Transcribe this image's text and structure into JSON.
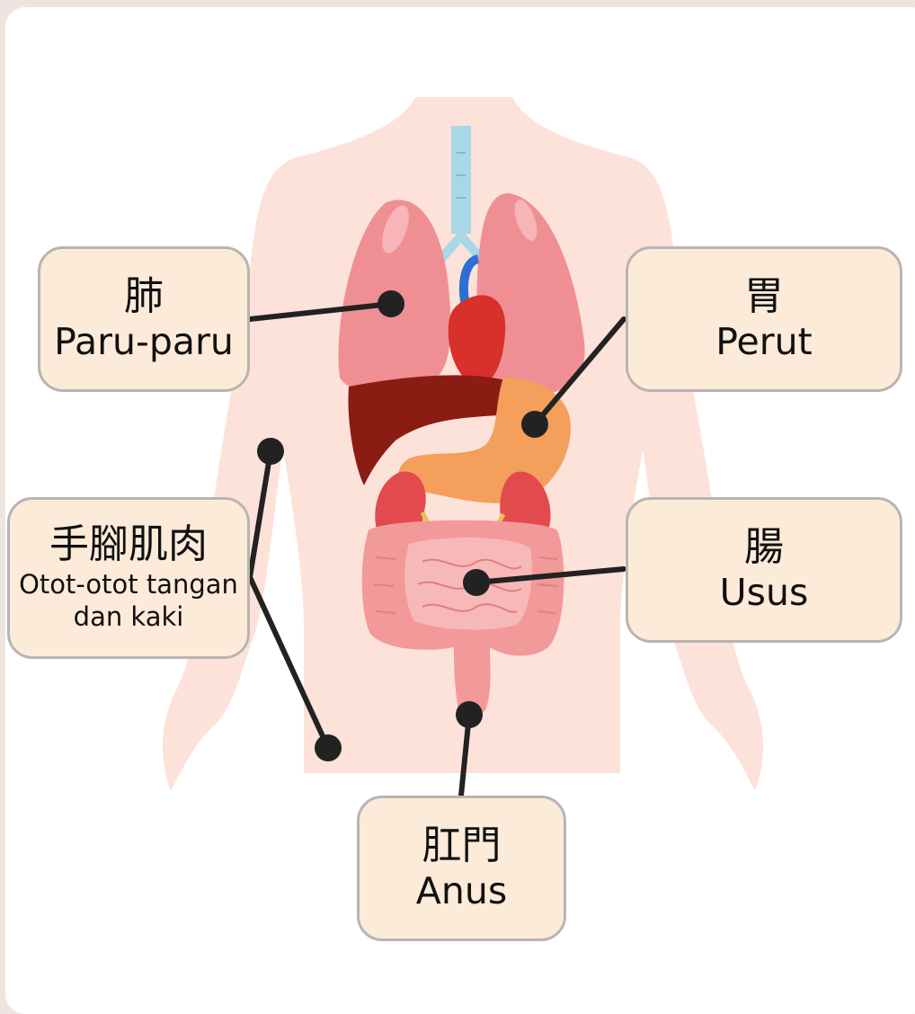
{
  "labels": {
    "lungs": {
      "zh": "肺",
      "ms": "Paru-paru"
    },
    "stomach": {
      "zh": "胃",
      "ms": "Perut"
    },
    "muscles": {
      "zh": "手腳肌肉",
      "ms": "Otot-otot tangan\ndan kaki"
    },
    "intestines": {
      "zh": "腸",
      "ms": "Usus"
    },
    "anus": {
      "zh": "肛門",
      "ms": "Anus"
    }
  },
  "colors": {
    "background": "#efe5e0",
    "body": "#fde2da",
    "label_fill": "#fdebd9",
    "label_border": "#b9b4b1",
    "lungs": "#f08f93",
    "liver": "#8b1c14",
    "stomach": "#f4a05c",
    "kidney": "#e34a4d",
    "intestine": "#f2999a",
    "trachea": "#a8d8e8",
    "heart": "#d8302b",
    "leader_line": "#222222"
  }
}
